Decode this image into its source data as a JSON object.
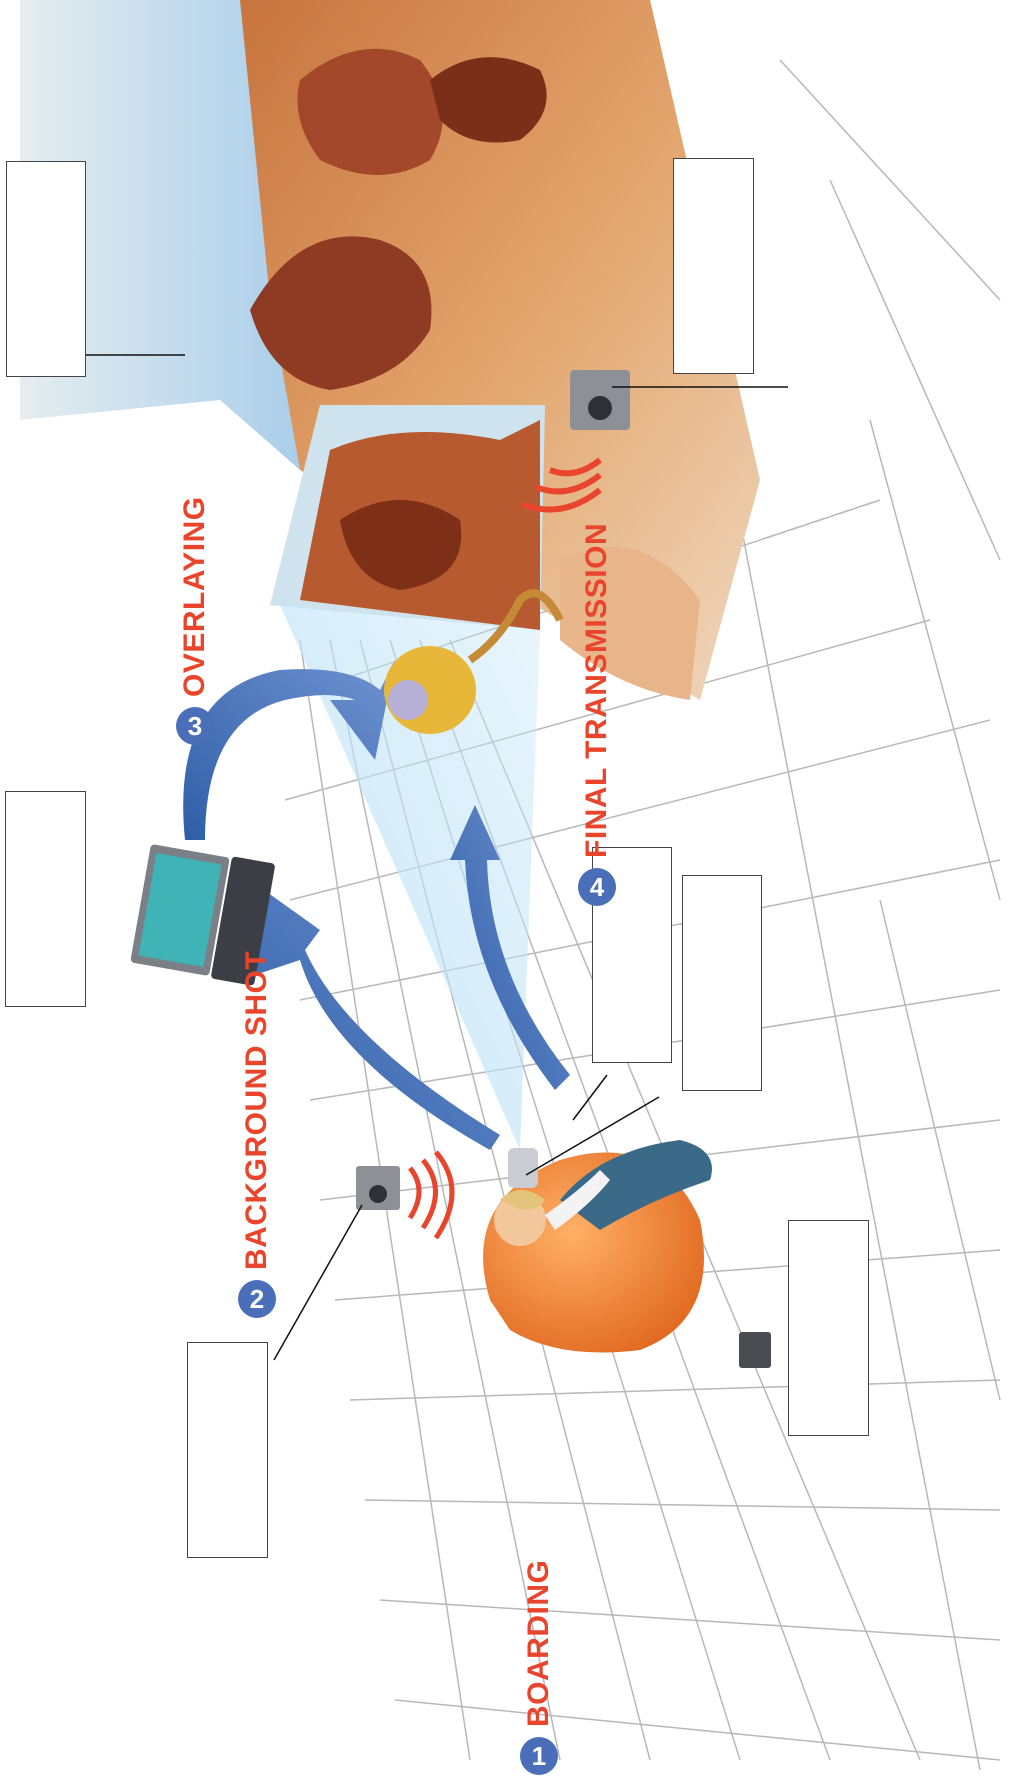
{
  "colors": {
    "accent_blue": "#4a6fb8",
    "label_red": "#e8452c",
    "sky": "#9ec8e8",
    "sand": "#d9935a",
    "rock": "#8f3a22"
  },
  "steps": [
    {
      "number": "1",
      "label": "BOARDING"
    },
    {
      "number": "2",
      "label": "BACKGROUND SHOT"
    },
    {
      "number": "3",
      "label": "OVERLAYING"
    },
    {
      "number": "4",
      "label": "FINAL TRANSMISSION"
    }
  ],
  "icons": [
    "laptop-icon",
    "speaker-icon",
    "camera-icon",
    "monkey-figure",
    "person-figure",
    "desert-photo"
  ]
}
